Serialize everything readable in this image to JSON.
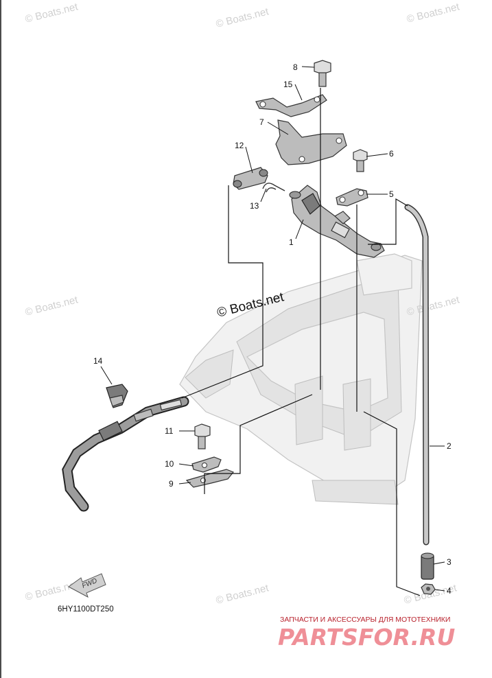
{
  "watermarks": {
    "text": "© Boats.net",
    "center_text": "© Boats.net"
  },
  "callouts": [
    "1",
    "2",
    "3",
    "4",
    "5",
    "6",
    "7",
    "8",
    "9",
    "10",
    "11",
    "12",
    "13",
    "14",
    "15"
  ],
  "diagram_code": "6HY1100DT250",
  "fwd_label": "FWD",
  "banner": {
    "subtitle": "ЗАПЧАСТИ И АКСЕССУАРЫ ДЛЯ МОТОТЕХНИКИ",
    "logo": "PARTSFOR.RU"
  },
  "colors": {
    "ink": "#111111",
    "ghost_outline": "#c4c4c4",
    "watermark": "#d0d0d0",
    "banner_red": "#b8202b",
    "banner_pink": "#ef8f97"
  }
}
